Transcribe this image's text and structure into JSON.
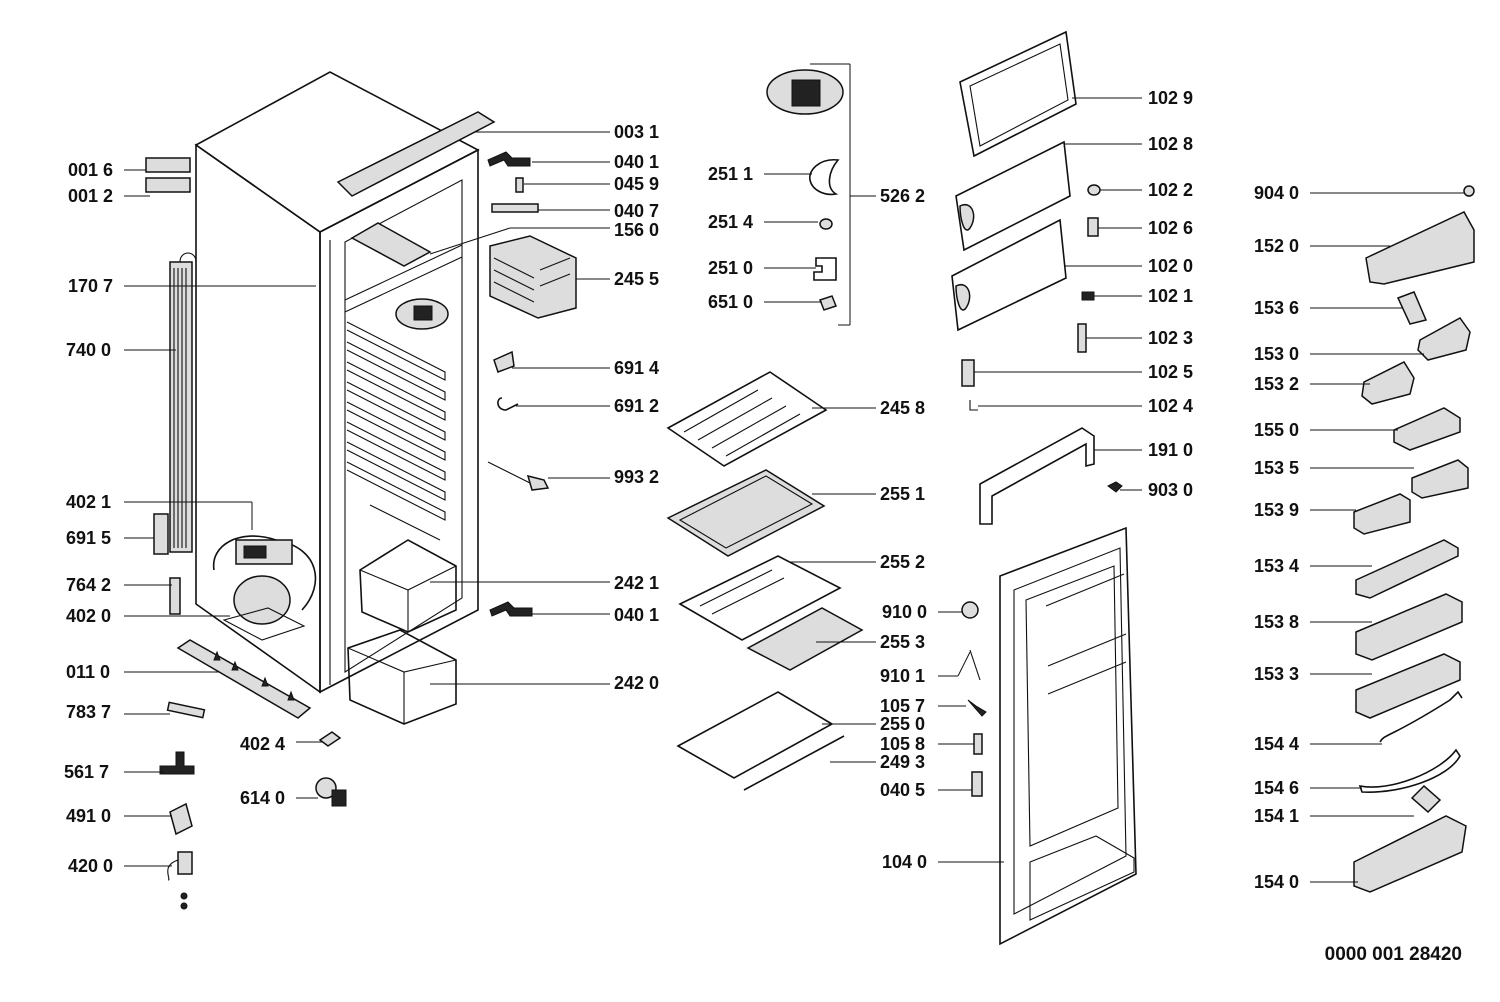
{
  "drawing_code": "0000 001 28420",
  "labels": {
    "l0031": "003 1",
    "l0401a": "040 1",
    "l0459": "045 9",
    "l0407": "040 7",
    "l1560": "156 0",
    "l2455": "245 5",
    "l6914": "691 4",
    "l6912": "691 2",
    "l9932": "993 2",
    "l2421": "242 1",
    "l0401b": "040 1",
    "l2420": "242 0",
    "l0016": "001 6",
    "l0012": "001 2",
    "l1707": "170 7",
    "l7400": "740 0",
    "l4021": "402 1",
    "l6915": "691 5",
    "l7642": "764 2",
    "l4020": "402 0",
    "l0110": "011 0",
    "l7837": "783 7",
    "l5617": "561 7",
    "l4910": "491 0",
    "l4200": "420 0",
    "l4024": "402 4",
    "l6140": "614 0",
    "l2511": "251 1",
    "l2514": "251 4",
    "l2510": "251 0",
    "l6510": "651 0",
    "l5262": "526 2",
    "l2458": "245 8",
    "l2551": "255 1",
    "l2552": "255 2",
    "l2553": "255 3",
    "l2550": "255 0",
    "l2493": "249 3",
    "l9100": "910 0",
    "l9101": "910 1",
    "l1057": "105 7",
    "l1058": "105 8",
    "l0405": "040 5",
    "l1040": "104 0",
    "l1029": "102 9",
    "l1028": "102 8",
    "l1022": "102 2",
    "l1026": "102 6",
    "l1020": "102 0",
    "l1021": "102 1",
    "l1023": "102 3",
    "l1025": "102 5",
    "l1024": "102 4",
    "l1910": "191 0",
    "l9030": "903 0",
    "l9040": "904 0",
    "l1520": "152 0",
    "l1536": "153 6",
    "l1530": "153 0",
    "l1532": "153 2",
    "l1550": "155 0",
    "l1535": "153 5",
    "l1539": "153 9",
    "l1534": "153 4",
    "l1538": "153 8",
    "l1533": "153 3",
    "l1544": "154 4",
    "l1546": "154 6",
    "l1541": "154 1",
    "l1540": "154 0"
  }
}
